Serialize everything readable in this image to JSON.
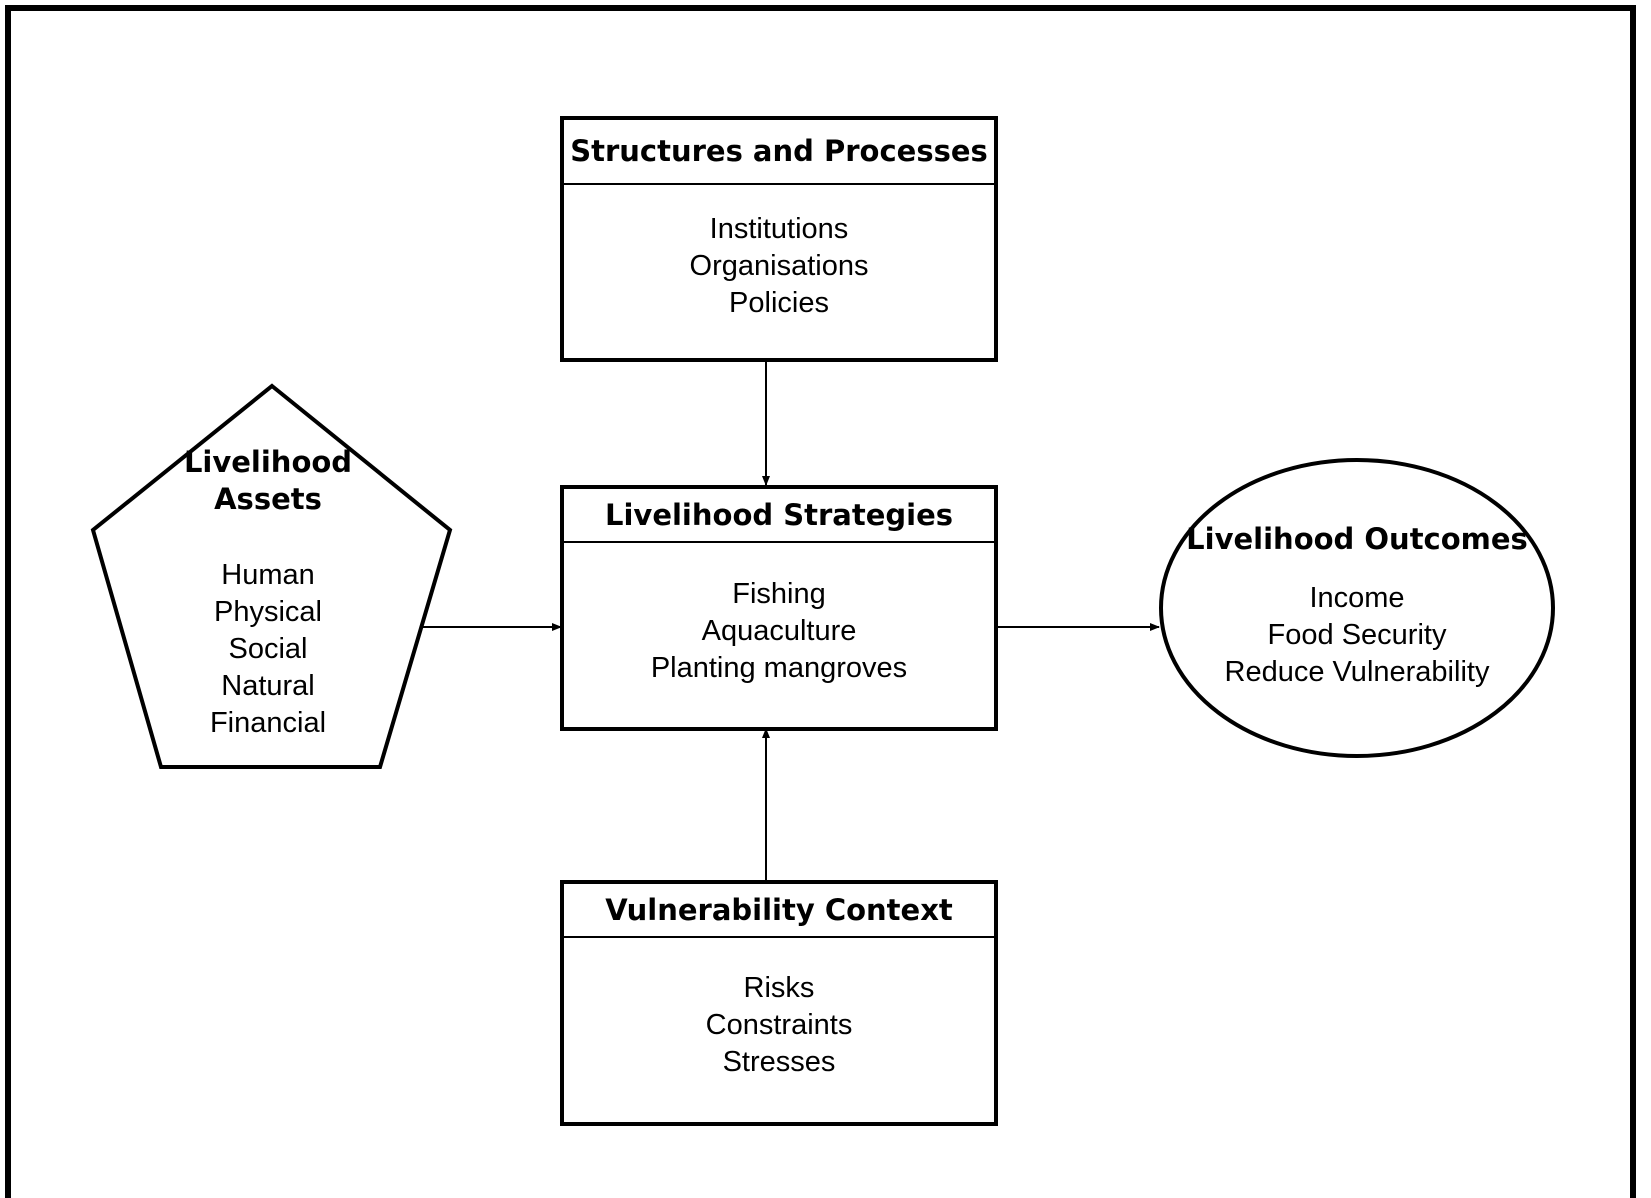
{
  "structures": {
    "title": "Structures and Processes",
    "items": [
      "Institutions",
      "Organisations",
      "Policies"
    ]
  },
  "strategies": {
    "title": "Livelihood Strategies",
    "items": [
      "Fishing",
      "Aquaculture",
      "Planting mangroves"
    ]
  },
  "vulnerability": {
    "title": "Vulnerability Context",
    "items": [
      "Risks",
      "Constraints",
      "Stresses"
    ]
  },
  "assets": {
    "title_line1": "Livelihood",
    "title_line2": "Assets",
    "items": [
      "Human",
      "Physical",
      "Social",
      "Natural",
      "Financial"
    ]
  },
  "outcomes": {
    "title": "Livelihood Outcomes",
    "items": [
      "Income",
      "Food Security",
      "Reduce Vulnerability"
    ]
  }
}
